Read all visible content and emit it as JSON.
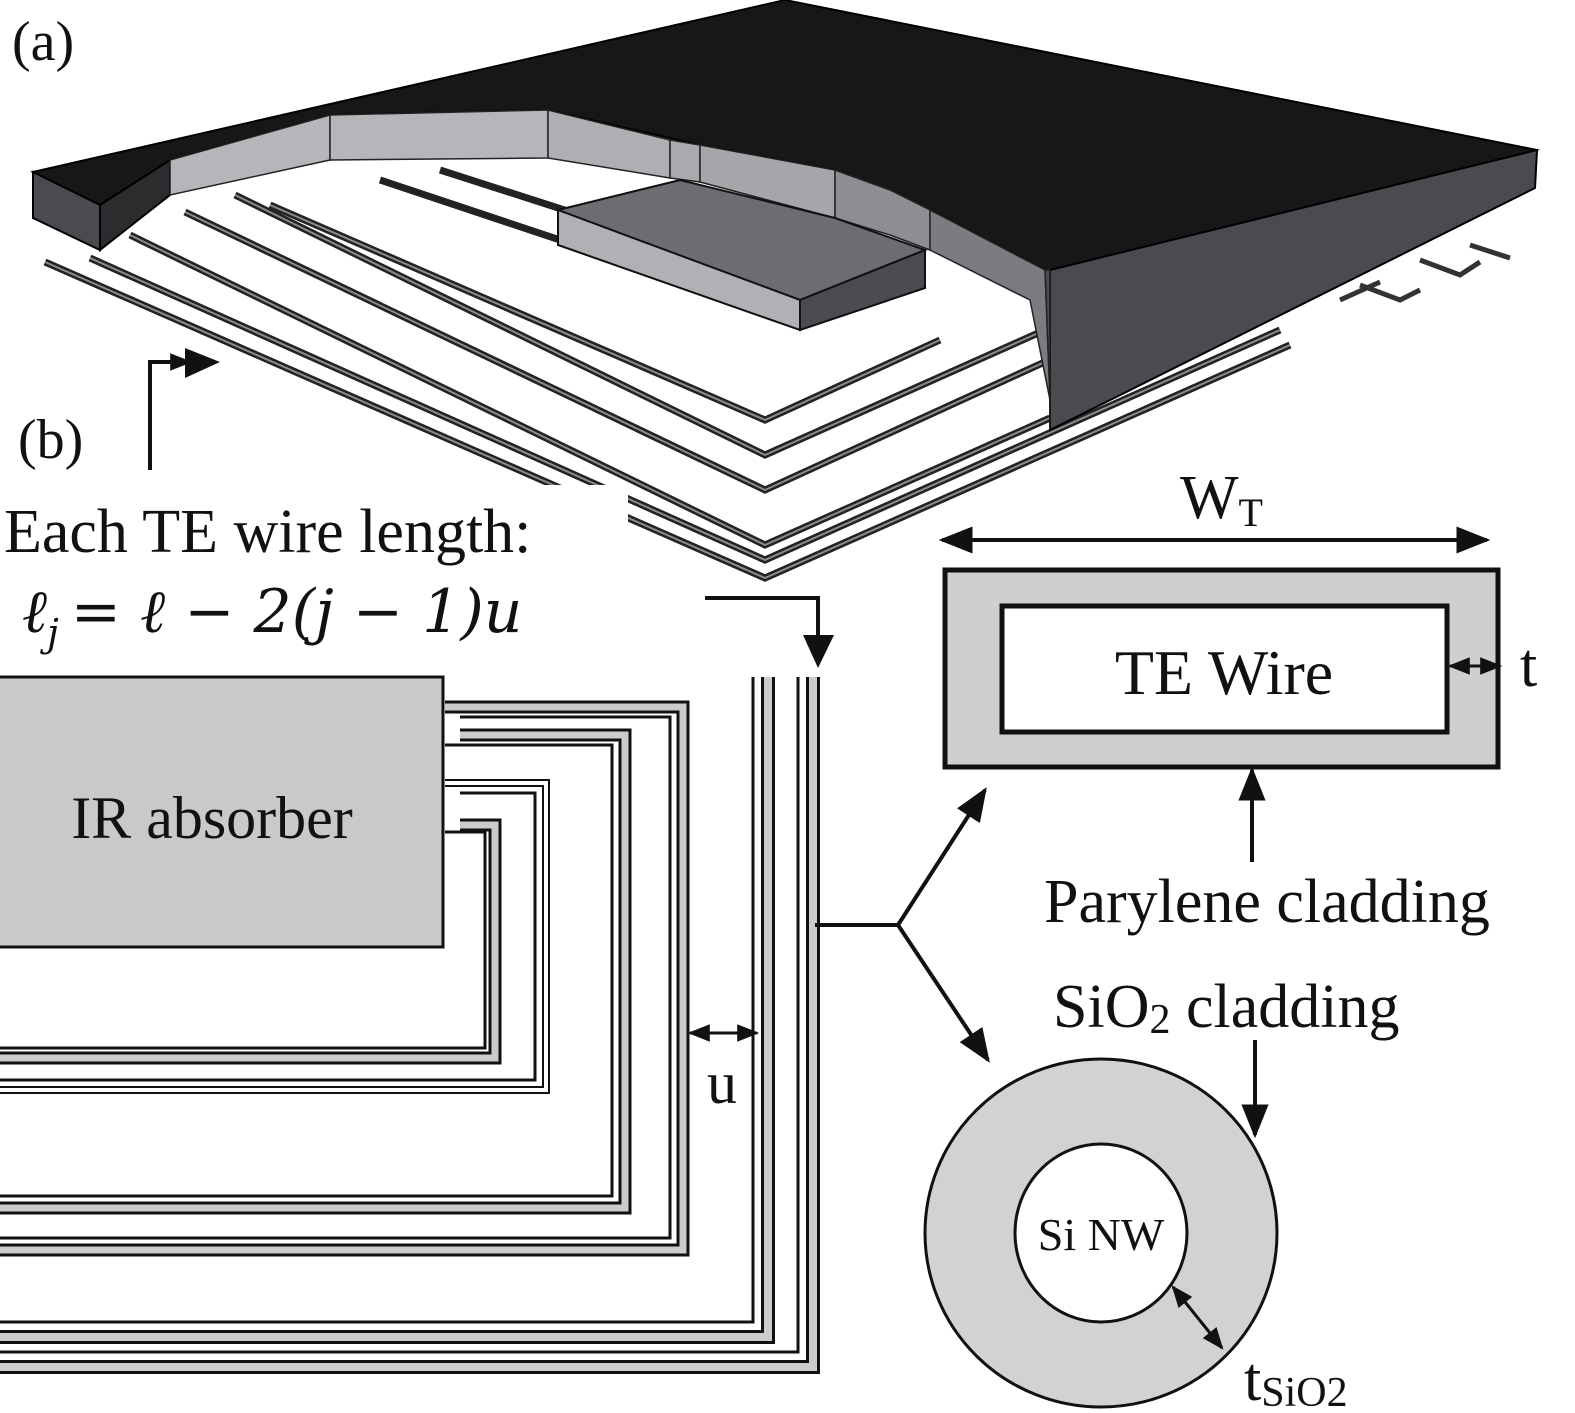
{
  "figure": {
    "panel_a_label": "(a)",
    "panel_b_label": "(b)"
  },
  "panel_b": {
    "caption_line1": "Each TE wire length:",
    "formula": {
      "lhs_symbol": "ℓ",
      "lhs_subscript": "j",
      "rhs": "= ℓ − 2(j − 1)u"
    },
    "absorber_label": "IR absorber",
    "spacing_label": "u"
  },
  "rect_cross_section": {
    "width_label_main": "W",
    "width_label_sub": "T",
    "core_label": "TE Wire",
    "thickness_label": "t",
    "cladding_label": "Parylene cladding"
  },
  "round_cross_section": {
    "cladding_label_pre": "SiO",
    "cladding_label_sub": "2",
    "cladding_label_post": " cladding",
    "core_label": "Si NW",
    "thickness_label_main": "t",
    "thickness_label_sub": "SiO2"
  },
  "colors": {
    "membrane_top": "#171717",
    "membrane_side": "#4a4b50",
    "wall_light": "#b5b6b9",
    "absorber_top": "#6b6d72",
    "cladding_fill": "#cccccc",
    "ink": "#111111"
  }
}
